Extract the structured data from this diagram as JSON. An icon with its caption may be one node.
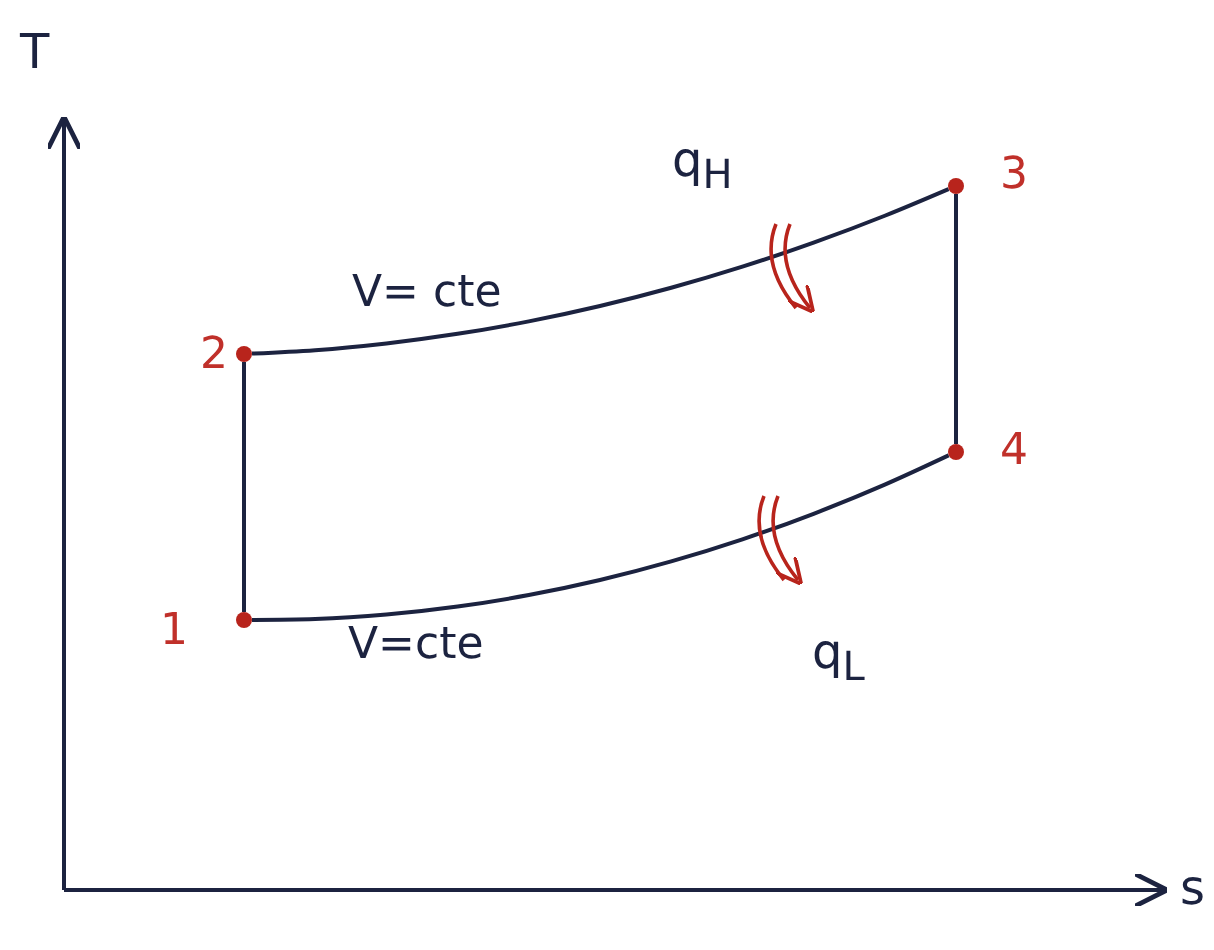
{
  "diagram": {
    "nodes": [
      {
        "text": [],
        "shape": "circle",
        "beside": [
          "1"
        ]
      },
      {
        "text": [],
        "shape": "circle",
        "beside": [
          "2"
        ]
      },
      {
        "text": [],
        "shape": "circle",
        "beside": [
          "3"
        ]
      },
      {
        "text": [],
        "shape": "circle",
        "beside": [
          "4"
        ]
      }
    ],
    "edges": [
      {
        "from": 0,
        "to": 1,
        "arrow": "none"
      },
      {
        "from": 1,
        "to": 2,
        "arrow": "none",
        "label": "V= cte"
      },
      {
        "from": 2,
        "to": 3,
        "arrow": "none"
      },
      {
        "from": 0,
        "to": 3,
        "arrow": "none",
        "label": "V=cte"
      }
    ],
    "labels": [
      "T",
      "s",
      "q$_{H}$",
      "q$_{L}$"
    ]
  }
}
